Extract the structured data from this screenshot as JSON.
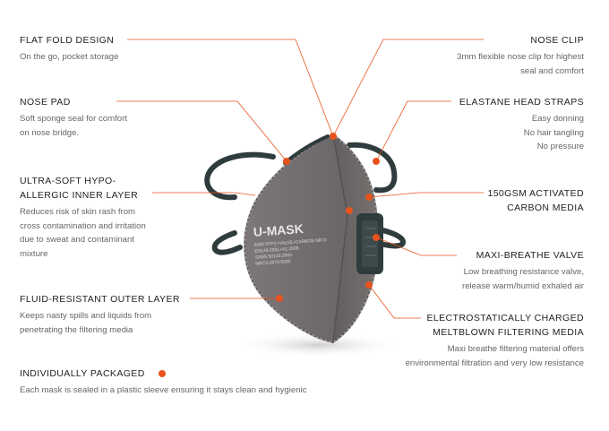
{
  "colors": {
    "accent": "#e8531d",
    "title": "#222222",
    "desc": "#666666",
    "mask_body": "#6f6a6c",
    "strap": "#2f3c3d"
  },
  "product": {
    "brand": "U-MASK",
    "print_lines": [
      "8260 FFP2+VALVE+CARBON NR D",
      "EN149:2001+A1:2009",
      "SABS 50145:2003",
      "NRCS:2072:0260"
    ]
  },
  "features": [
    {
      "id": "flat-fold-design",
      "title": "FLAT FOLD DESIGN",
      "desc": [
        "On the go, pocket storage"
      ]
    },
    {
      "id": "nose-pad",
      "title": "NOSE PAD",
      "desc": [
        "Soft sponge seal for comfort",
        "on nose bridge."
      ]
    },
    {
      "id": "inner-layer",
      "title": [
        "ULTRA-SOFT HYPO-",
        "ALLERGIC INNER LAYER"
      ],
      "desc": [
        "Reduces risk of skin rash from",
        "cross contamination and irritation",
        "due to sweat and contaminant",
        "mixture"
      ]
    },
    {
      "id": "outer-layer",
      "title": "FLUID-RESISTANT OUTER LAYER",
      "desc": [
        "Keeps nasty spills and liquids from",
        "penetrating the filtering media"
      ]
    },
    {
      "id": "individually-packaged",
      "title": "INDIVIDUALLY PACKAGED",
      "desc": [
        "Each mask is sealed in a plastic sleeve ensuring it stays clean and hygienic"
      ]
    },
    {
      "id": "nose-clip",
      "title": "NOSE CLIP",
      "desc": [
        "3mm flexible nose clip for highest",
        "seal and comfort"
      ]
    },
    {
      "id": "head-straps",
      "title": "ELASTANE HEAD STRAPS",
      "desc": [
        "Easy donning",
        "No hair tangling",
        "No pressure"
      ]
    },
    {
      "id": "carbon-media",
      "title": [
        "150GSM ACTIVATED",
        "CARBON MEDIA"
      ],
      "desc": []
    },
    {
      "id": "breathe-valve",
      "title": "MAXI-BREATHE VALVE",
      "desc": [
        "Low breathing resistance valve,",
        "release warm/humid exhaled air"
      ]
    },
    {
      "id": "meltblown-media",
      "title": [
        "ELECTROSTATICALLY CHARGED",
        "MELTBLOWN FILTERING MEDIA"
      ],
      "desc": [
        "Maxi breathe filtering material offers",
        "environmental filtration and very low resistance"
      ]
    }
  ]
}
